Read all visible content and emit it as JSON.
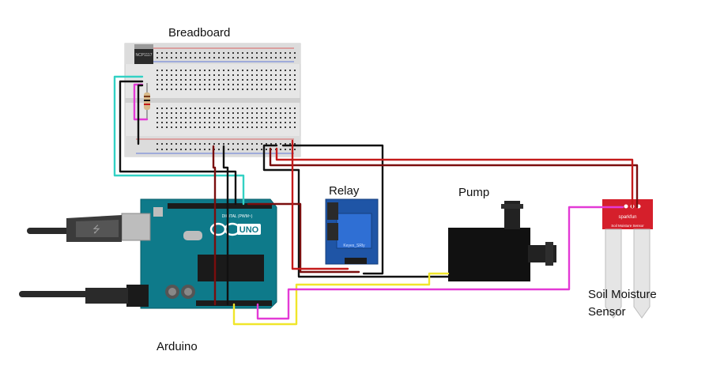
{
  "labels": {
    "breadboard": "Breadboard",
    "relay": "Relay",
    "pump": "Pump",
    "soil_line1": "Soil Moisture",
    "soil_line2": "Sensor",
    "arduino": "Arduino"
  },
  "board_text": {
    "uno": "UNO",
    "digital": "DIGITAL (PWM~)",
    "sparkfun": "sparkfun",
    "soil_sensor": "Soil Moisture Sensor",
    "relay_module": "Keyes_SRly",
    "regulator": "NCP1117"
  },
  "colors": {
    "arduino": "#0e7a8a",
    "breadboard": "#e9e9e9",
    "relay": "#1f55a6",
    "sensor": "#d51f2b",
    "wire_black": "#111111",
    "wire_red": "#c41a1a",
    "wire_darkred": "#7a0e0e",
    "wire_cyan": "#33d1c4",
    "wire_magenta": "#e33ad6",
    "wire_yellow": "#f0e62a"
  }
}
